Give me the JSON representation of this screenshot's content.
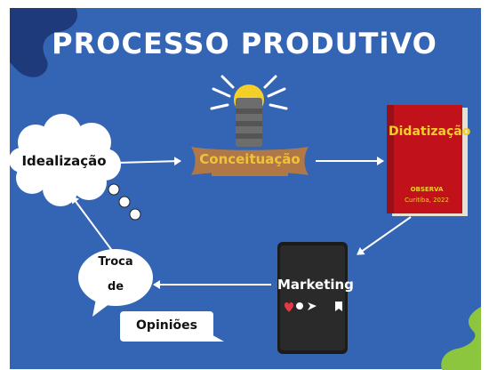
{
  "title": "PROCESSO PRODUTiVO",
  "nodes": {
    "idealizacao": "Idealização",
    "conceituacao": "Conceituação",
    "didatizacao": "Didatização",
    "book_publisher": "OBSERVA",
    "book_place_year": "Curitiba, 2022",
    "marketing": "Marketing",
    "feedback_line1": "Troca",
    "feedback_line2": "de",
    "feedback_line3": "Opiniões"
  },
  "colors": {
    "background": "#3464b4",
    "corner_blob_dark": "#1e3a7a",
    "corner_blob_green": "#8cc63f",
    "title": "#ffffff",
    "anvil": "#b07846",
    "anvil_text": "#f0c23a",
    "bulb": "#f4cf2a",
    "book": "#c1121b",
    "book_text": "#f4cf2a",
    "phone": "#1b1b1b",
    "bubble": "#ffffff",
    "arrow": "#ffffff"
  },
  "icons": [
    "light-bulb-icon",
    "cloud-thought-bubble-icon",
    "book-icon",
    "smartphone-icon",
    "speech-bubble-icon",
    "heart-icon",
    "comment-icon",
    "send-icon",
    "bookmark-icon"
  ]
}
